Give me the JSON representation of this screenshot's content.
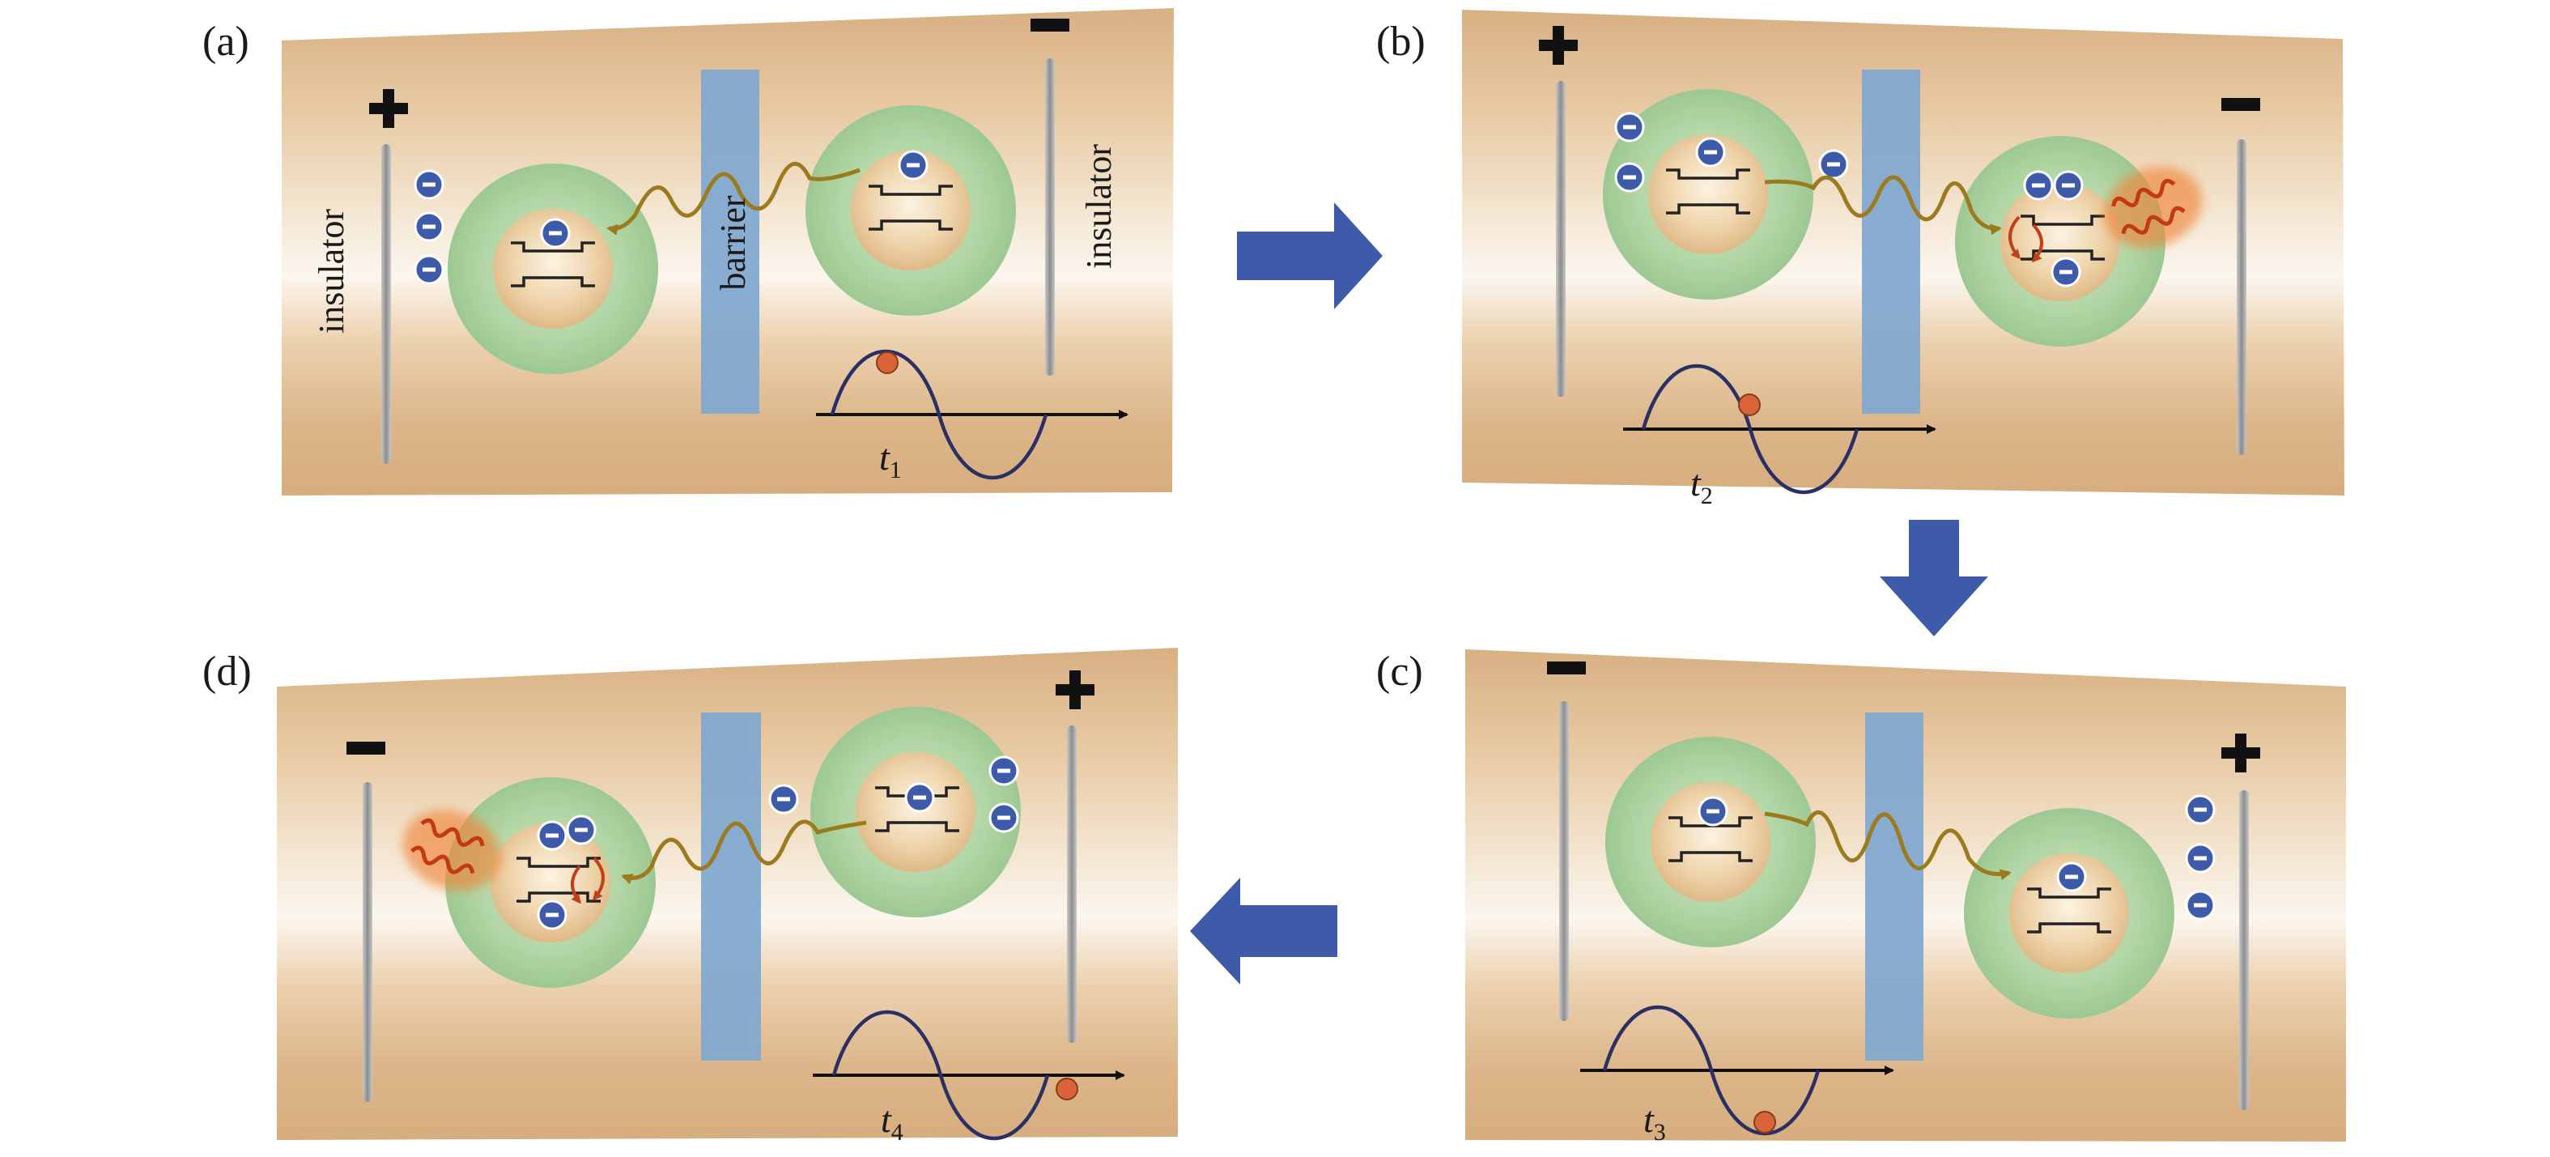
{
  "panels": {
    "a": {
      "letter": "(a)",
      "time": "t",
      "sub": "1"
    },
    "b": {
      "letter": "(b)",
      "time": "t",
      "sub": "2"
    },
    "c": {
      "letter": "(c)",
      "time": "t",
      "sub": "3"
    },
    "d": {
      "letter": "(d)",
      "time": "t",
      "sub": "4"
    }
  },
  "labels": {
    "insulator": "insulator",
    "barrier": "barrier"
  },
  "colors": {
    "background_tan": "#d9b48a",
    "barrier": "#7fa7cf",
    "electrode": "#9a9a9a",
    "dot_shell": "#a8d0a0",
    "dot_core": "#e8c89a",
    "electron": "#3d5ba8",
    "photon": "#9c7a1e",
    "emission": "#e0522a",
    "flow_arrow": "#3d5ba8",
    "wave": "#2a2f66",
    "phase_marker": "#d9643a"
  },
  "icons": [
    "plus-icon",
    "minus-icon",
    "electron-icon",
    "right-arrow-icon",
    "down-arrow-icon",
    "left-arrow-icon"
  ]
}
